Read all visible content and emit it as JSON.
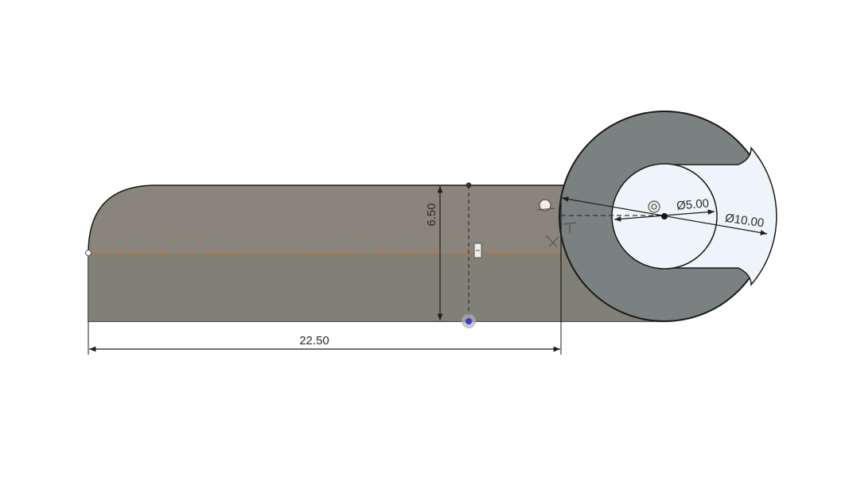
{
  "sketch": {
    "dimensions": {
      "width": "22.50",
      "height": "6.50",
      "inner_diameter": "Ø5.00",
      "outer_diameter": "Ø10.00"
    }
  },
  "colors": {
    "background": "#ffffff",
    "profile_fill": "#8a857c",
    "profile_lower_fill": "#7f7f77",
    "circle_fill": "#7b8181",
    "inner_region_fill": "#eef4fa",
    "outline": "#1a1a1a",
    "centerline": "#d2691e",
    "dimension_line": "#1e1e1e"
  }
}
